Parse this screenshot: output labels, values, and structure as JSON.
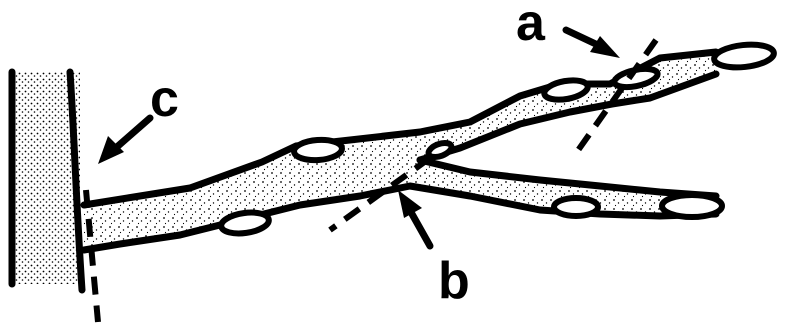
{
  "labels": {
    "a": "a",
    "b": "b",
    "c": "c"
  },
  "colors": {
    "ink": "#000000",
    "background": "#ffffff",
    "stipple": "#000000"
  }
}
